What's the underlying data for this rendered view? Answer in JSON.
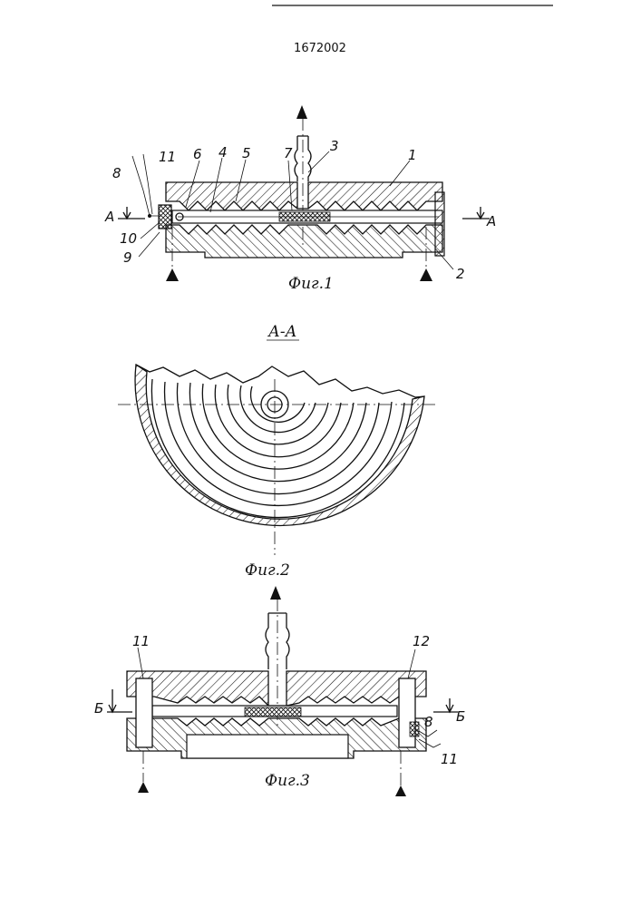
{
  "document": {
    "number": "1672002"
  },
  "figure1": {
    "caption": "Фиг.1",
    "section_marks": [
      "А",
      "А"
    ],
    "callouts": [
      "11",
      "8",
      "6",
      "4",
      "5",
      "7",
      "3",
      "1",
      "10",
      "9",
      "2"
    ]
  },
  "figure2": {
    "title": "А-А",
    "caption": "Фиг.2"
  },
  "figure3": {
    "caption": "Фиг.3",
    "section_marks": [
      "Б",
      "Б"
    ],
    "callouts": [
      "11",
      "12",
      "8",
      "11"
    ]
  }
}
